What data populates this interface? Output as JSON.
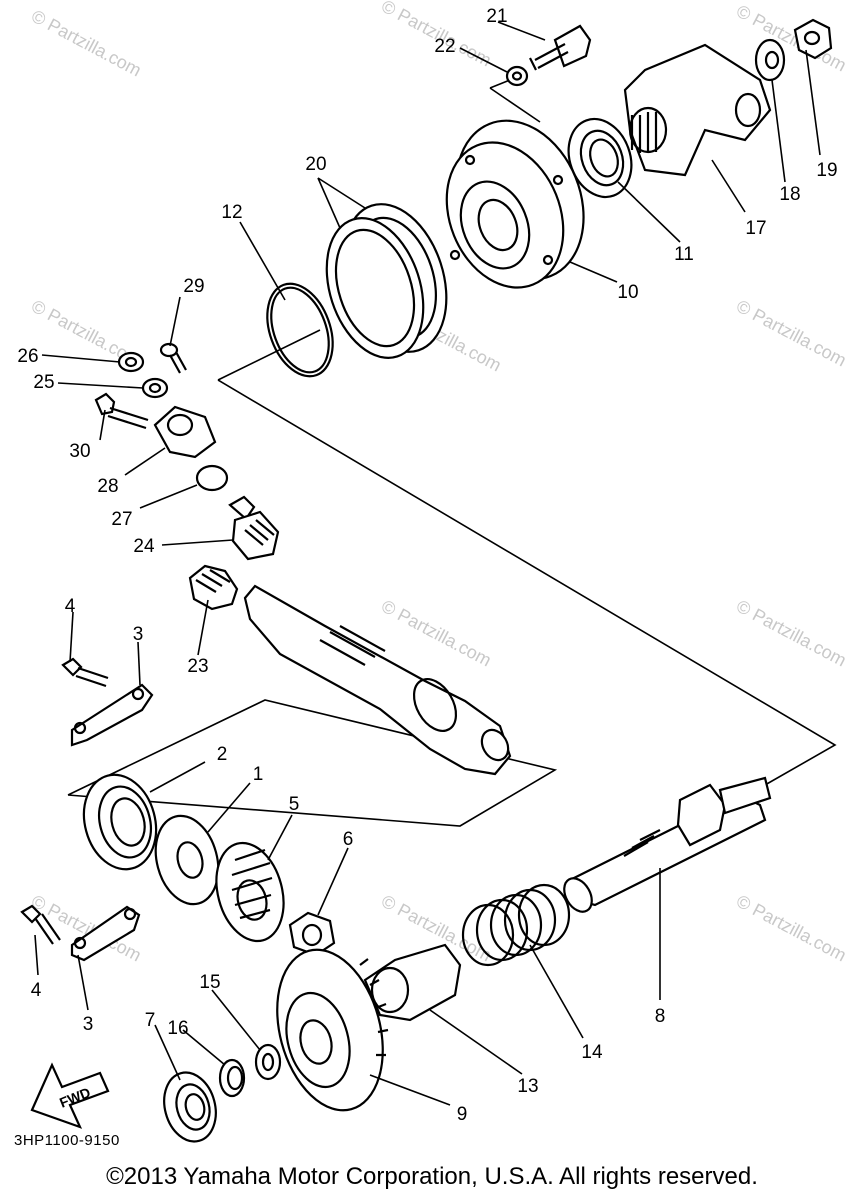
{
  "watermarks": [
    "© Partzilla.com"
  ],
  "callouts": [
    "21",
    "22",
    "19",
    "18",
    "17",
    "20",
    "12",
    "11",
    "10",
    "29",
    "26",
    "25",
    "30",
    "28",
    "27",
    "24",
    "4",
    "3",
    "23",
    "2",
    "1",
    "5",
    "6",
    "8",
    "4",
    "3",
    "14",
    "15",
    "16",
    "7",
    "13",
    "9"
  ],
  "fwd_label": "FWD",
  "diagram_code": "3HP1100-9150",
  "copyright": "©2013 Yamaha Motor Corporation, U.S.A. All rights reserved."
}
